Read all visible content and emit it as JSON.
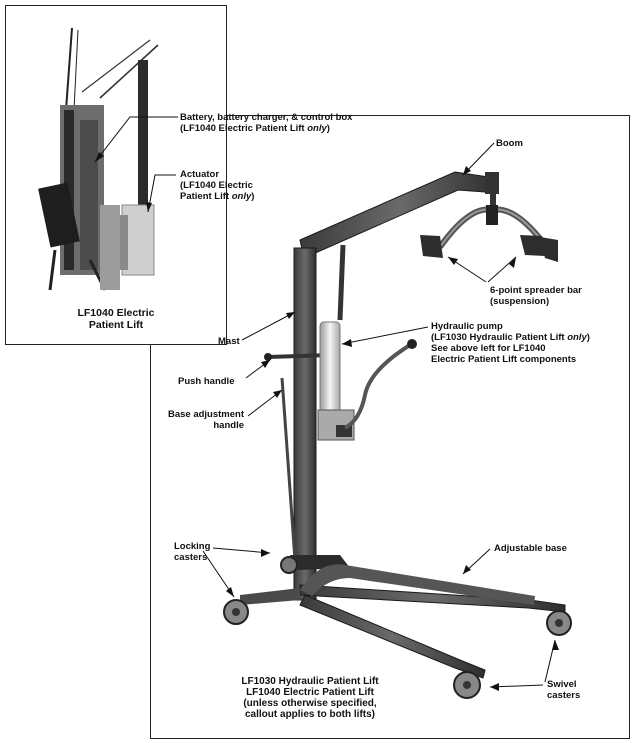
{
  "inset": {
    "caption_line1": "LF1040 Electric",
    "caption_line2": "Patient Lift"
  },
  "callouts": {
    "battery_line1": "Battery, battery charger, & control box",
    "battery_line2_a": "(LF1040 Electric Patient Lift ",
    "battery_line2_b": "only",
    "battery_line2_c": ")",
    "actuator_line1": "Actuator",
    "actuator_line2": "(LF1040 Electric",
    "actuator_line3_a": "Patient Lift ",
    "actuator_line3_b": "only",
    "actuator_line3_c": ")",
    "boom": "Boom",
    "spreader_line1": "6-point spreader bar",
    "spreader_line2": "(suspension)",
    "mast": "Mast",
    "pump_line1": "Hydraulic pump",
    "pump_line2_a": "(LF1030 Hydraulic Patient Lift ",
    "pump_line2_b": "only",
    "pump_line2_c": ")",
    "pump_line3": "See above left for LF1040",
    "pump_line4": "Electric Patient Lift components",
    "push_handle": "Push handle",
    "base_adj_line1": "Base adjustment",
    "base_adj_line2": "handle",
    "locking_line1": "Locking",
    "locking_line2": "casters",
    "adjustable_base": "Adjustable base",
    "swivel_line1": "Swivel",
    "swivel_line2": "casters"
  },
  "footer": {
    "line1": "LF1030 Hydraulic Patient Lift",
    "line2": "LF1040 Electric Patient Lift",
    "line3": "(unless otherwise specified,",
    "line4": "callout applies to both lifts)"
  }
}
